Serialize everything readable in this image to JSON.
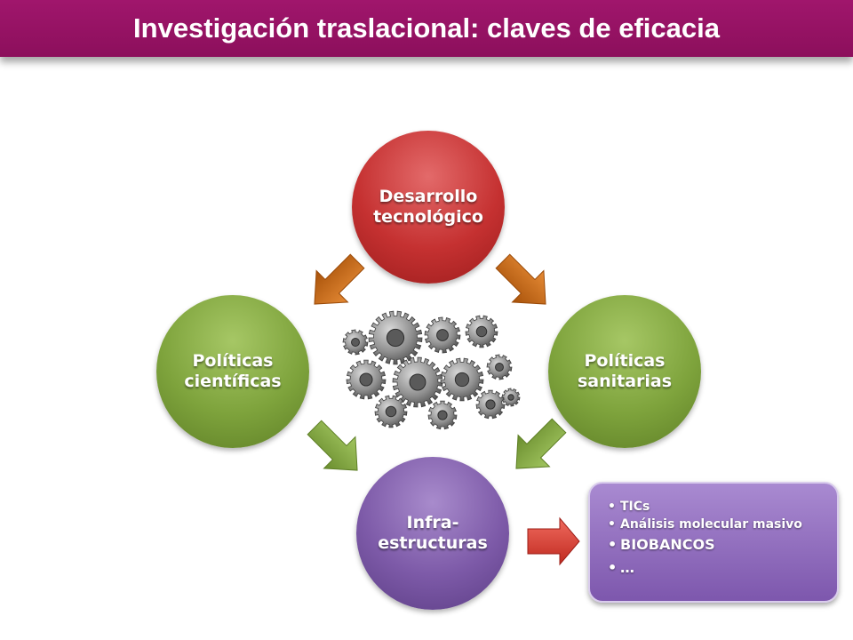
{
  "header": {
    "title": "Investigación traslacional: claves de eficacia"
  },
  "diagram": {
    "nodes": {
      "top": {
        "label": "Desarrollo tecnológico",
        "color": "#c53131"
      },
      "left": {
        "label": "Políticas científicas",
        "color": "#7ea33c"
      },
      "right": {
        "label": "Políticas sanitarias",
        "color": "#7ea33c"
      },
      "bottom": {
        "label": "Infra- estructuras",
        "color": "#7d5aa8"
      }
    },
    "center_icon": "gears-icon",
    "detail_box": {
      "items": [
        "TICs",
        "Análisis molecular masivo",
        "BIOBANCOS",
        "…"
      ],
      "color": "#8e6bbd"
    },
    "arrow_colors": {
      "orange": "#c2620c",
      "green": "#7ea33c",
      "red": "#d93a2f"
    }
  }
}
